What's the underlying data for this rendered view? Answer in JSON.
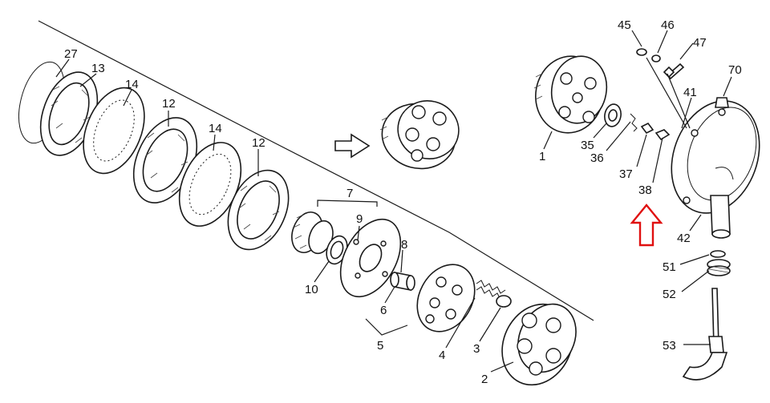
{
  "diagram": {
    "accent_color": "#e01010",
    "callouts": [
      {
        "id": "27",
        "text": "27"
      },
      {
        "id": "13",
        "text": "13"
      },
      {
        "id": "14a",
        "text": "14"
      },
      {
        "id": "12a",
        "text": "12"
      },
      {
        "id": "14b",
        "text": "14"
      },
      {
        "id": "12b",
        "text": "12"
      },
      {
        "id": "7",
        "text": "7"
      },
      {
        "id": "9",
        "text": "9"
      },
      {
        "id": "8",
        "text": "8"
      },
      {
        "id": "10",
        "text": "10"
      },
      {
        "id": "6",
        "text": "6"
      },
      {
        "id": "5",
        "text": "5"
      },
      {
        "id": "4",
        "text": "4"
      },
      {
        "id": "3",
        "text": "3"
      },
      {
        "id": "2",
        "text": "2"
      },
      {
        "id": "1",
        "text": "1"
      },
      {
        "id": "35",
        "text": "35"
      },
      {
        "id": "36",
        "text": "36"
      },
      {
        "id": "37",
        "text": "37"
      },
      {
        "id": "38",
        "text": "38"
      },
      {
        "id": "45",
        "text": "45"
      },
      {
        "id": "46",
        "text": "46"
      },
      {
        "id": "47",
        "text": "47"
      },
      {
        "id": "70",
        "text": "70"
      },
      {
        "id": "41",
        "text": "41"
      },
      {
        "id": "42",
        "text": "42"
      },
      {
        "id": "51",
        "text": "51"
      },
      {
        "id": "52",
        "text": "52"
      },
      {
        "id": "53",
        "text": "53"
      }
    ]
  }
}
